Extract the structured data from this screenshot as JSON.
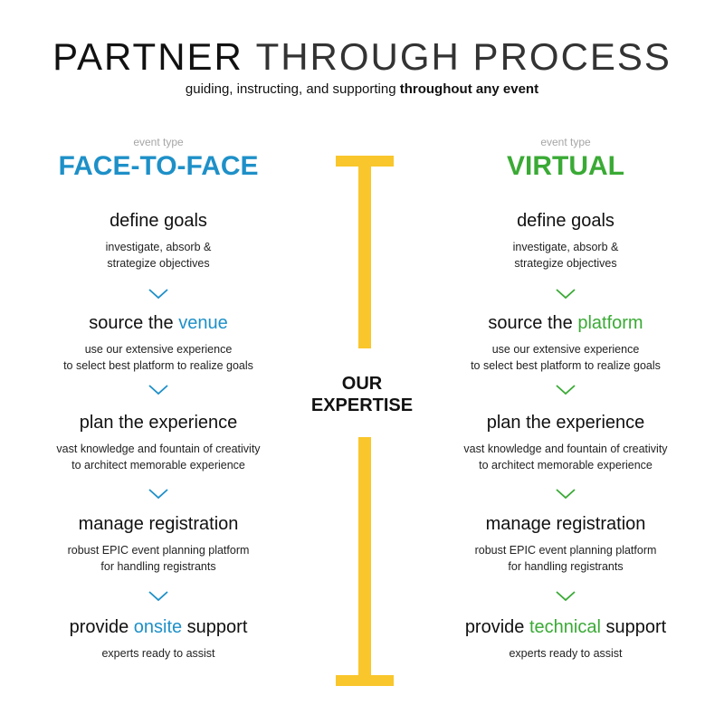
{
  "header": {
    "title_part1": "PARTNER",
    "title_part2": "THROUGH PROCESS",
    "subtitle_plain": "guiding, instructing, and supporting",
    "subtitle_bold": "throughout any event"
  },
  "center": {
    "line1": "OUR",
    "line2": "EXPERTISE"
  },
  "colors": {
    "face_to_face": "#1e90c8",
    "virtual": "#3aaa35",
    "bar": "#f9c62b"
  },
  "icons": {
    "step_separator": "chevron-down-icon"
  },
  "left": {
    "event_type_label": "event type",
    "event_type": "FACE-TO-FACE",
    "steps": [
      {
        "title_pre": "define goals",
        "title_hl": "",
        "title_post": "",
        "desc_line1": "investigate, absorb &",
        "desc_line2": "strategize objectives"
      },
      {
        "title_pre": "source the ",
        "title_hl": "venue",
        "title_post": "",
        "desc_line1": "use our extensive experience",
        "desc_line2": "to select best platform to realize goals"
      },
      {
        "title_pre": "plan the experience",
        "title_hl": "",
        "title_post": "",
        "desc_line1": "vast knowledge and fountain of creativity",
        "desc_line2": "to architect memorable experience"
      },
      {
        "title_pre": "manage registration",
        "title_hl": "",
        "title_post": "",
        "desc_line1": "robust EPIC event planning platform",
        "desc_line2": "for handling registrants"
      },
      {
        "title_pre": "provide ",
        "title_hl": "onsite",
        "title_post": " support",
        "desc_line1": "experts ready to assist",
        "desc_line2": ""
      }
    ]
  },
  "right": {
    "event_type_label": "event type",
    "event_type": "VIRTUAL",
    "steps": [
      {
        "title_pre": "define goals",
        "title_hl": "",
        "title_post": "",
        "desc_line1": "investigate, absorb &",
        "desc_line2": "strategize objectives"
      },
      {
        "title_pre": "source the ",
        "title_hl": "platform",
        "title_post": "",
        "desc_line1": "use our extensive experience",
        "desc_line2": "to select best platform to realize goals"
      },
      {
        "title_pre": "plan the experience",
        "title_hl": "",
        "title_post": "",
        "desc_line1": "vast knowledge and fountain of creativity",
        "desc_line2": "to architect memorable experience"
      },
      {
        "title_pre": "manage registration",
        "title_hl": "",
        "title_post": "",
        "desc_line1": "robust EPIC event planning platform",
        "desc_line2": "for handling registrants"
      },
      {
        "title_pre": "provide ",
        "title_hl": "technical",
        "title_post": " support",
        "desc_line1": "experts ready to assist",
        "desc_line2": ""
      }
    ]
  }
}
